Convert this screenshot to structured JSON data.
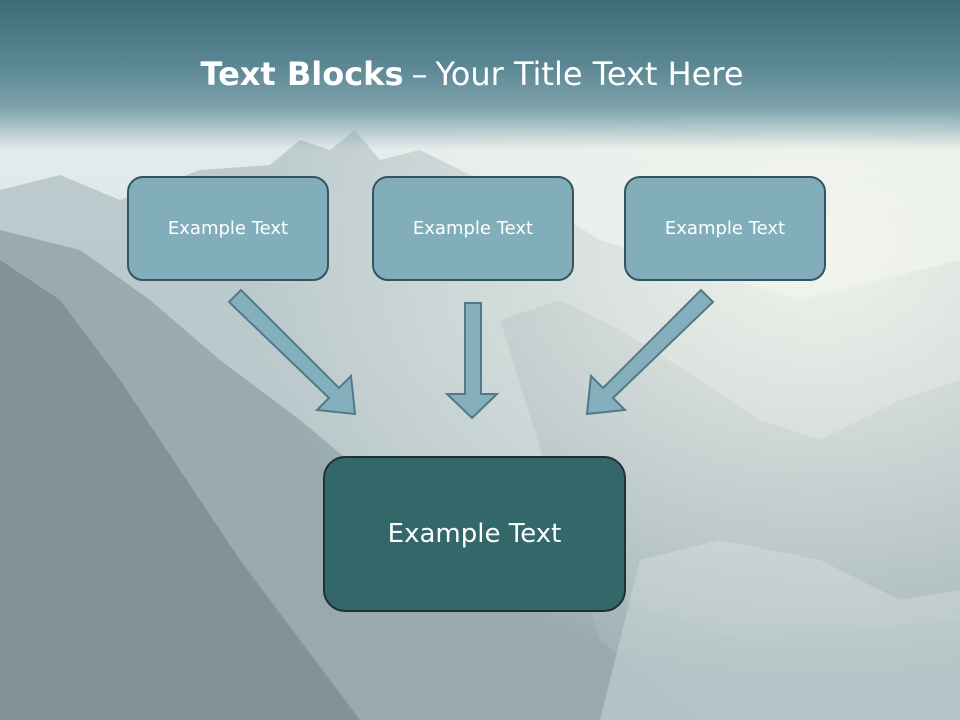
{
  "slide": {
    "title_bold": "Text Blocks",
    "title_separator": "–",
    "title_rest": "Your Title Text Here",
    "top_blocks": [
      {
        "label": "Example Text"
      },
      {
        "label": "Example Text"
      },
      {
        "label": "Example Text"
      }
    ],
    "bottom_block": {
      "label": "Example Text"
    }
  },
  "colors": {
    "title_bar": "#4f7b88",
    "top_block_fill": "#82aebb",
    "bottom_block_fill": "#336769",
    "arrow_fill": "#85afbc"
  }
}
